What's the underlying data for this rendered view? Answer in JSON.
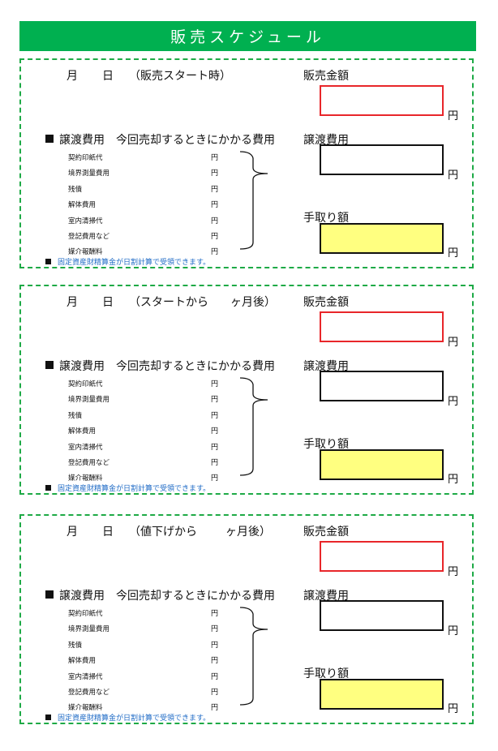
{
  "title": "販売スケジュール",
  "common": {
    "month": "月",
    "day": "日",
    "sale_amount_label": "販売金額",
    "transfer_cost_label": "譲渡費用",
    "net_label": "手取り額",
    "yen": "円",
    "cost_heading": "譲渡費用　今回売却するときにかかる費用",
    "cost_items": [
      "契約印紙代",
      "境界測量費用",
      "残債",
      "解体費用",
      "室内清掃代",
      "登記費用など",
      "媒介報酬料"
    ],
    "footnote": "固定資産財精算金が日割計算で受領できます。"
  },
  "sections": [
    {
      "timing": "（販売スタート時）",
      "timing_tail": ""
    },
    {
      "timing": "（スタートから",
      "timing_tail": "ヶ月後）"
    },
    {
      "timing": "（値下げから",
      "timing_tail": "ヶ月後）"
    }
  ],
  "colors": {
    "title_bg": "#00b050",
    "border_dashed": "#1eaa46",
    "sale_box_border": "#e8262a",
    "net_box_fill": "#ffff80",
    "footnote_text": "#1f6bc6"
  }
}
